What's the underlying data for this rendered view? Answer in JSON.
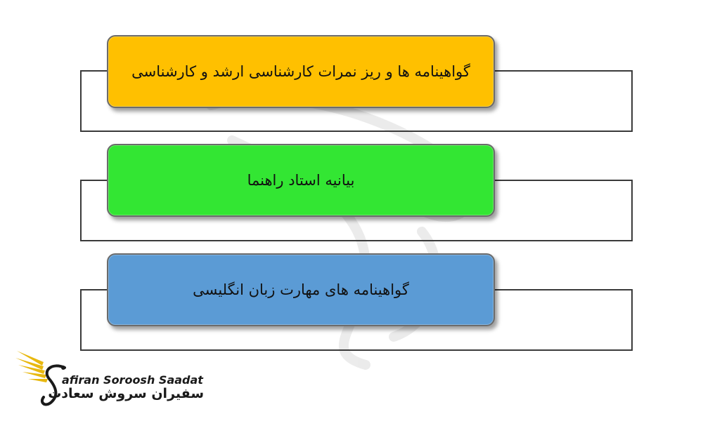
{
  "diagram": {
    "items": [
      {
        "label": "گواهینامه ها و ریز نمرات کارشناسی ارشد و کارشناسی",
        "color": "#FFC000"
      },
      {
        "label": "بیانیه استاد راهنما",
        "color": "#33E633"
      },
      {
        "label": "گواهینامه های مهارت زبان انگلیسی",
        "color": "#5B9BD5"
      }
    ]
  },
  "logo": {
    "english": "afiran Soroosh Saadat",
    "persian": "سفیران سروش سعادت",
    "colors": {
      "wing": "#E8B80F",
      "text": "#1A1A1A"
    }
  }
}
